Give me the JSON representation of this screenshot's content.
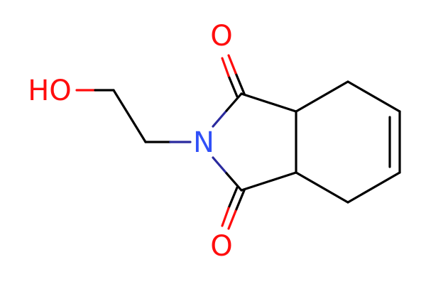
{
  "atoms": {
    "hydroxyl": "HO",
    "nitrogen": "N",
    "oxygen_top": "O",
    "oxygen_bottom": "O"
  },
  "colors": {
    "bond": "#000000",
    "oxygen": "#ff0d0d",
    "nitrogen": "#3050f8",
    "nitrogen_bond": "#2a2a9e",
    "background": "#ffffff"
  }
}
